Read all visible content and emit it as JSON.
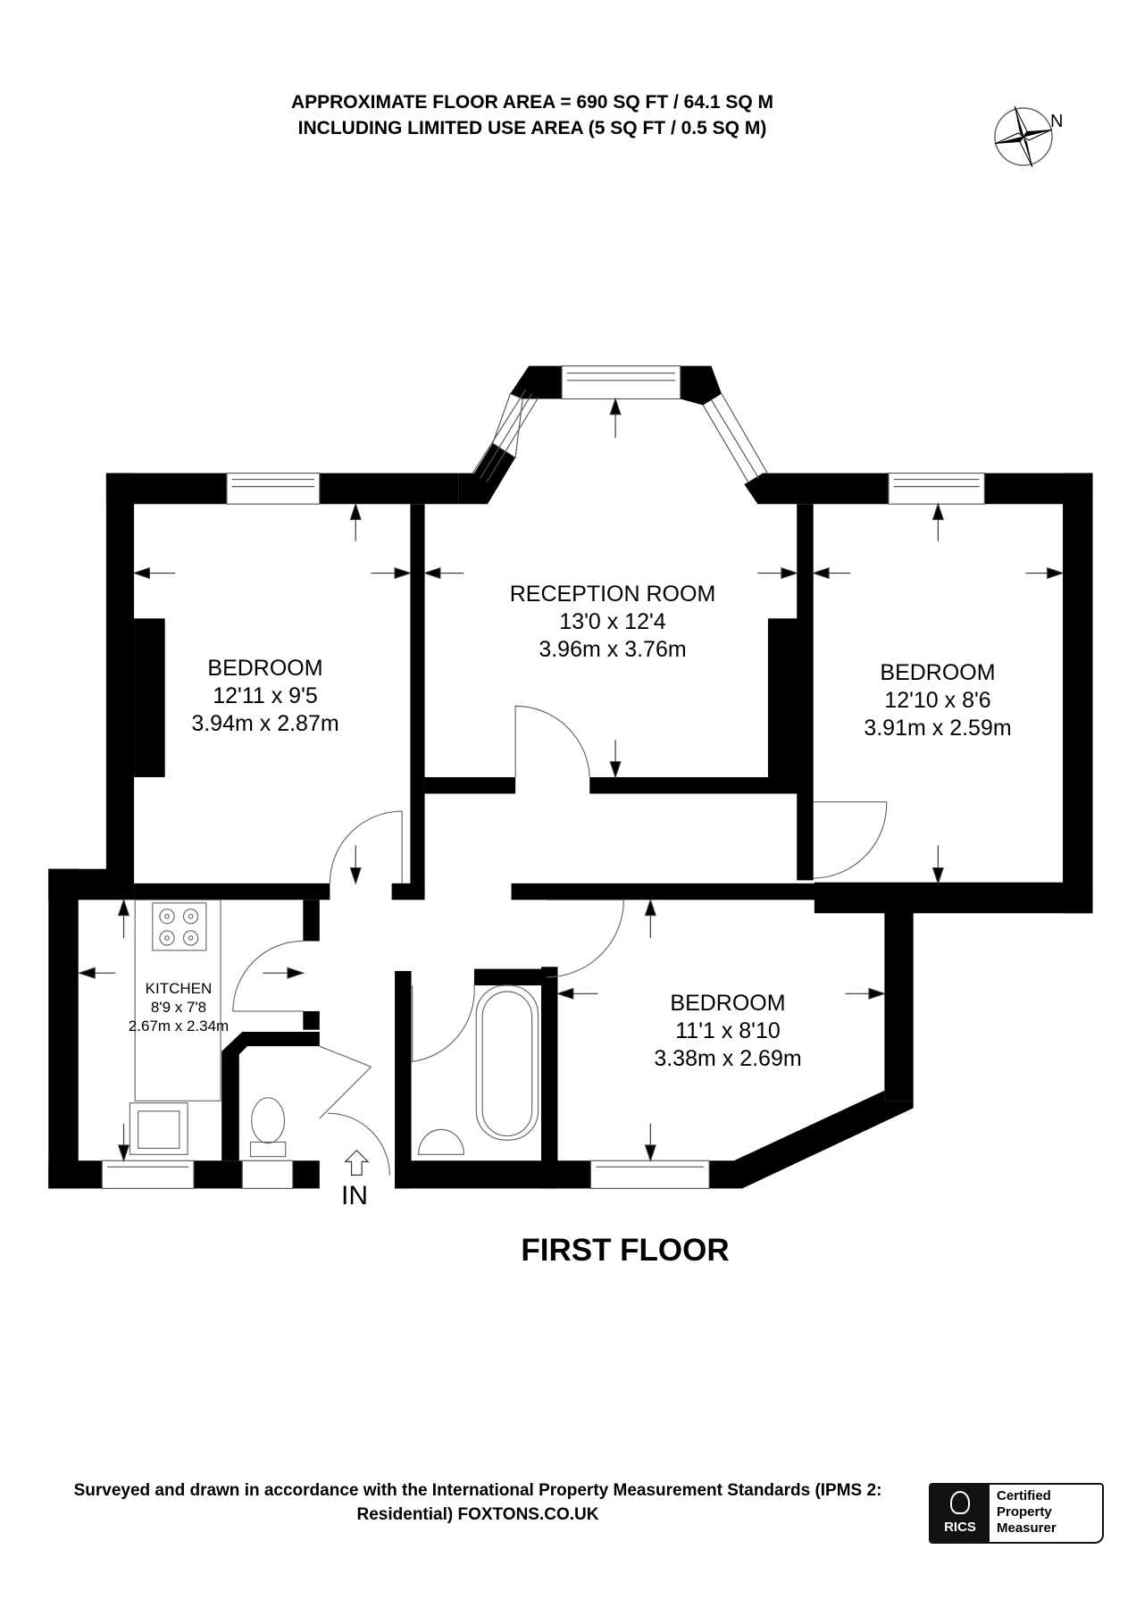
{
  "header": {
    "line1": "APPROXIMATE FLOOR AREA = 690 SQ FT / 64.1 SQ M",
    "line2": "INCLUDING LIMITED USE AREA (5 SQ FT / 0.5 SQ M)"
  },
  "compass": {
    "icon": "north-compass-icon",
    "label": "N"
  },
  "rooms": [
    {
      "id": "bedroom-1",
      "name": "BEDROOM",
      "imperial": "12'11 x 9'5",
      "metric": "3.94m x 2.87m"
    },
    {
      "id": "reception",
      "name": "RECEPTION ROOM",
      "imperial": "13'0 x 12'4",
      "metric": "3.96m x 3.76m"
    },
    {
      "id": "bedroom-2",
      "name": "BEDROOM",
      "imperial": "12'10 x 8'6",
      "metric": "3.91m x 2.59m"
    },
    {
      "id": "kitchen",
      "name": "KITCHEN",
      "imperial": "8'9 x 7'8",
      "metric": "2.67m x 2.34m"
    },
    {
      "id": "bedroom-3",
      "name": "BEDROOM",
      "imperial": "11'1 x 8'10",
      "metric": "3.38m x 2.69m"
    }
  ],
  "entrance": {
    "label": "IN"
  },
  "floor_title": "FIRST FLOOR",
  "footer": {
    "text": "Surveyed and drawn in accordance with the International Property Measurement Standards (IPMS 2: Residential) FOXTONS.CO.UK"
  },
  "badge": {
    "org": "RICS",
    "line1": "Certified",
    "line2": "Property",
    "line3": "Measurer"
  },
  "colors": {
    "wall": "#000000",
    "line": "#555555",
    "background": "#ffffff"
  }
}
